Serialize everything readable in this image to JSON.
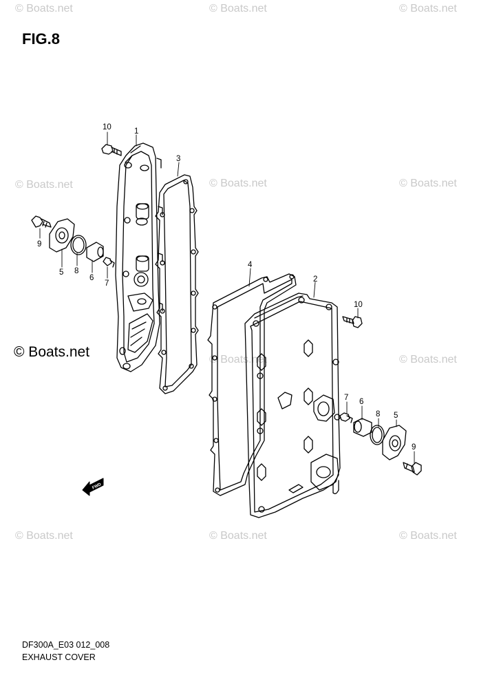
{
  "figure_title": "FIG.8",
  "watermark": "© Boats.net",
  "diagram_code": "DF300A_E03 012_008",
  "diagram_caption": "EXHAUST COVER",
  "fwd_arrow_label": "FWD",
  "part_labels": {
    "p1": "1",
    "p2": "2",
    "p3": "3",
    "p4": "4",
    "p5_left": "5",
    "p5_right": "5",
    "p6_left": "6",
    "p6_right": "6",
    "p7_left": "7",
    "p7_right": "7",
    "p8_left": "8",
    "p8_right": "8",
    "p9_left": "9",
    "p9_right": "9",
    "p10_left": "10",
    "p10_right": "10"
  }
}
